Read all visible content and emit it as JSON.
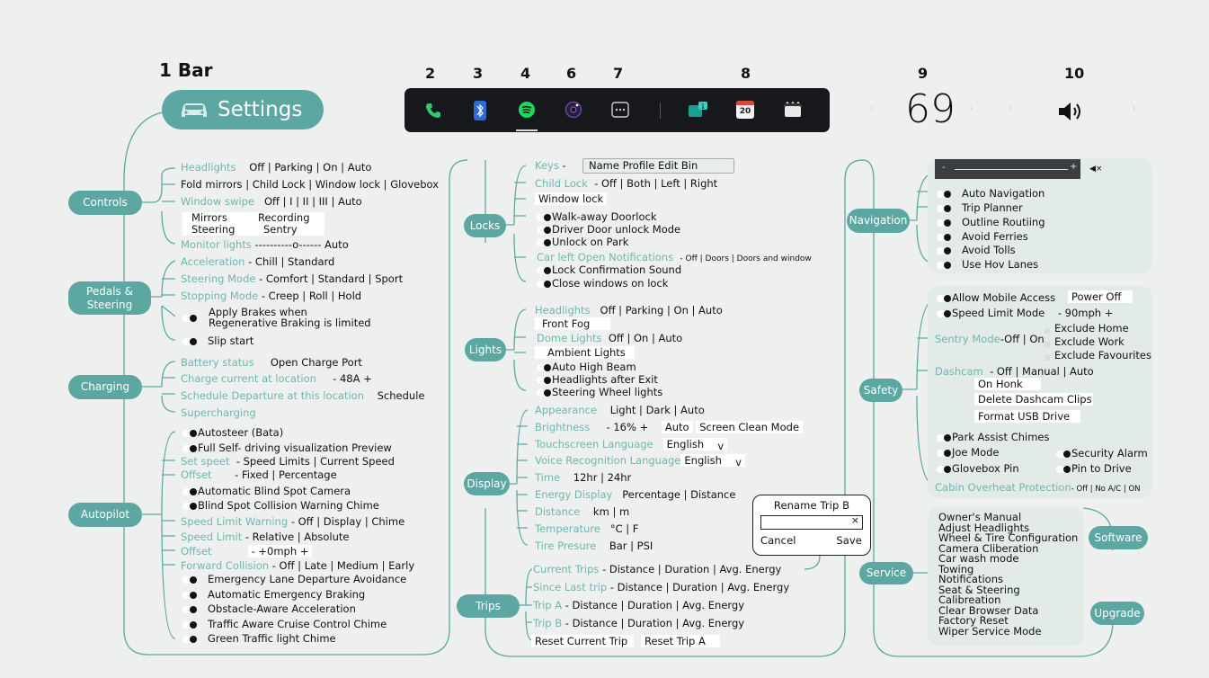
{
  "header": {
    "bar_title": "1 Bar",
    "settings_label": "Settings",
    "numbers": [
      "2",
      "3",
      "4",
      "6",
      "7",
      "8",
      "9",
      "10"
    ],
    "speed": "69"
  },
  "taskbar": {
    "icons": [
      "phone-icon",
      "bluetooth-icon",
      "spotify-icon",
      "camera-icon",
      "more-icon",
      "toybox-icon",
      "calendar-icon",
      "theater-icon"
    ],
    "calendar_date": "20"
  },
  "controls": {
    "node": "Controls",
    "headlights": "Headlights",
    "headlights_opts": "Off | Parking | On | Auto",
    "fold": "Fold mirrors | Child Lock | Window lock | Glovebox",
    "window_swipe": "Window swipe",
    "window_swipe_opts": "Off | I | II | III | Auto",
    "mirrors": "Mirrors",
    "steering": "Steering",
    "recording": "Recording",
    "sentry": "Sentry",
    "monitor": "Monitor lights",
    "monitor_opts": "----------o------ Auto"
  },
  "pedals": {
    "node": "Pedals & Steering",
    "accel": "Acceleration",
    "accel_opts": "- Chill | Standard",
    "steer": "Steering Mode",
    "steer_opts": "- Comfort | Standard | Sport",
    "stop": "Stopping Mode",
    "stop_opts": "- Creep | Roll | Hold",
    "apply": "Apply Brakes when",
    "apply2": "Regenerative Braking is limited",
    "slip": "Slip start"
  },
  "charging": {
    "node": "Charging",
    "battery": "Battery status",
    "open_port": "Open Charge Port",
    "current": "Charge current at location",
    "current_val": "-        48A        +",
    "schedule": "Schedule Departure at this location",
    "schedule_btn": "Schedule",
    "super": "Supercharging"
  },
  "autopilot": {
    "node": "Autopilot",
    "autosteer": "Autosteer (Bata)",
    "fsd": "Full Self- driving visualization Preview",
    "setspeed": "Set speet",
    "setspeed_opts": "- Speed Limits | Current Speed",
    "offset": "Offset",
    "offset_opts": "-      Fixed     |      Percentage",
    "blind_cam": "Automatic Blind Spot Camera",
    "blind_chime": "Blind Spot Collision Warning Chime",
    "slw": "Speed Limit Warning",
    "slw_opts": "- Off | Display | Chime",
    "sl": "Speed Limit",
    "sl_opts": "- Relative | Absolute",
    "offset2": "Offset",
    "offset2_val": "- +0mph  +",
    "fc": "Forward Collision",
    "fc_opts": "- Off | Late | Medium | Early",
    "elda": "Emergency Lane Departure Avoidance",
    "aeb": "Automatic Emergency Braking",
    "oaa": "Obstacle-Aware Acceleration",
    "tacc": "Traffic Aware Cruise Control Chime",
    "green": "Green Traffic light Chime"
  },
  "locks": {
    "node": "Locks",
    "keys": "Keys",
    "keys_dash": "-",
    "keys_box": "Name   Profile   Edit   Bin",
    "child": "Child Lock",
    "child_opts": "-    Off | Both  | Left | Right",
    "window": "Window lock",
    "walk": "Walk-away Doorlock",
    "driver": "Driver Door unlock Mode",
    "unlock": "Unlock on Park",
    "car_left": "Car left Open Notifications",
    "car_left_opts": "-   Off  | Doors  | Doors and window",
    "confirm": "Lock Confirmation Sound",
    "close": "Close windows on lock"
  },
  "lights": {
    "node": "Lights",
    "headlights": "Headlights",
    "headlights_opts": "Off | Parking | On | Auto",
    "fog": "Front Fog",
    "dome": "Dome Lights",
    "dome_opts": "Off | On  | Auto",
    "ambient": "Ambient Lights",
    "high": "Auto High Beam",
    "after": "Headlights after Exit",
    "wheel": "Steering Wheel lights"
  },
  "display": {
    "node": "Display",
    "appearance": "Appearance",
    "appearance_opts": "Light | Dark  | Auto",
    "brightness": "Brightness",
    "brightness_val": "-  16%   +",
    "brightness_auto": "Auto",
    "clean": "Screen Clean Mode",
    "touch": "Touchscreen Language",
    "touch_val": "English",
    "voice": "Voice Recognition Language",
    "voice_val": "English",
    "time": "Time",
    "time_opts": "12hr | 24hr",
    "energy": "Energy Display",
    "energy_opts": "Percentage  |  Distance",
    "distance": "Distance",
    "distance_opts": "km  |  m",
    "temp": "Temperature",
    "temp_opts": "°C  |  F",
    "tire": "Tire Presure",
    "tire_opts": "Bar  |  PSI"
  },
  "trips": {
    "node": "Trips",
    "current": "Current Trips",
    "current_opts": "- Distance | Duration  | Avg. Energy",
    "since": "Since Last trip",
    "since_opts": "- Distance | Duration | Avg. Energy",
    "a": "Trip A",
    "a_opts": "- Distance | Duration  | Avg. Energy",
    "b": "Trip B",
    "b_opts": "- Distance | Duration | Avg. Energy",
    "reset_current": "Reset Current Trip",
    "reset_a": "Reset Trip A"
  },
  "rename": {
    "title": "Rename Trip B",
    "cancel": "Cancel",
    "save": "Save",
    "clear": "×"
  },
  "navigation": {
    "node": "Navigation",
    "slider_minus": "-",
    "slider_plus": "+",
    "mute": "×",
    "items": [
      "Auto Navigation",
      "Trip Planner",
      "Outline Routiing",
      "Avoid Ferries",
      "Avoid Tolls",
      "Use Hov Lanes"
    ]
  },
  "safety": {
    "node": "Safety",
    "mobile": "Allow Mobile Access",
    "power_off": "Power Off",
    "speed_limit": "Speed Limit Mode",
    "speed_limit_val": "-   90mph +",
    "sentry": "Sentry Mode",
    "sentry_opts": "-Off | On",
    "exclude_home": "Exclude Home",
    "exclude_work": "Exclude Work",
    "exclude_fav": "Exclude Favourites",
    "dashcam": "Dashcam",
    "dashcam_opts": "- Off | Manual | Auto",
    "honk": "On Honk",
    "delete": "Delete Dashcam Clips",
    "format": "Format USB Drive",
    "park": "Park Assist Chimes",
    "joe": "Joe Mode",
    "security": "Security Alarm",
    "glovebox": "Glovebox Pin",
    "pin": "Pin to Drive",
    "cabin": "Cabin Overheat Protection",
    "cabin_opts": "- Off | No A/C | ON"
  },
  "service": {
    "node": "Service",
    "software": "Software",
    "upgrade": "Upgrade",
    "items": [
      "Owner's Manual",
      "Adjust Headlights",
      "Wheel & Tire Configuration",
      "Camera Cliberation",
      "Car wash mode",
      "Towing",
      "Notifications",
      "Seat & Steering",
      "Calibreation",
      "Clear Browser Data",
      "Factory Reset",
      "Wiper Service Mode"
    ]
  },
  "colors": {
    "teal": "#5da7a2",
    "label_teal": "#6fb5b0",
    "background": "#eef0ef",
    "taskbar": "#16181b"
  }
}
